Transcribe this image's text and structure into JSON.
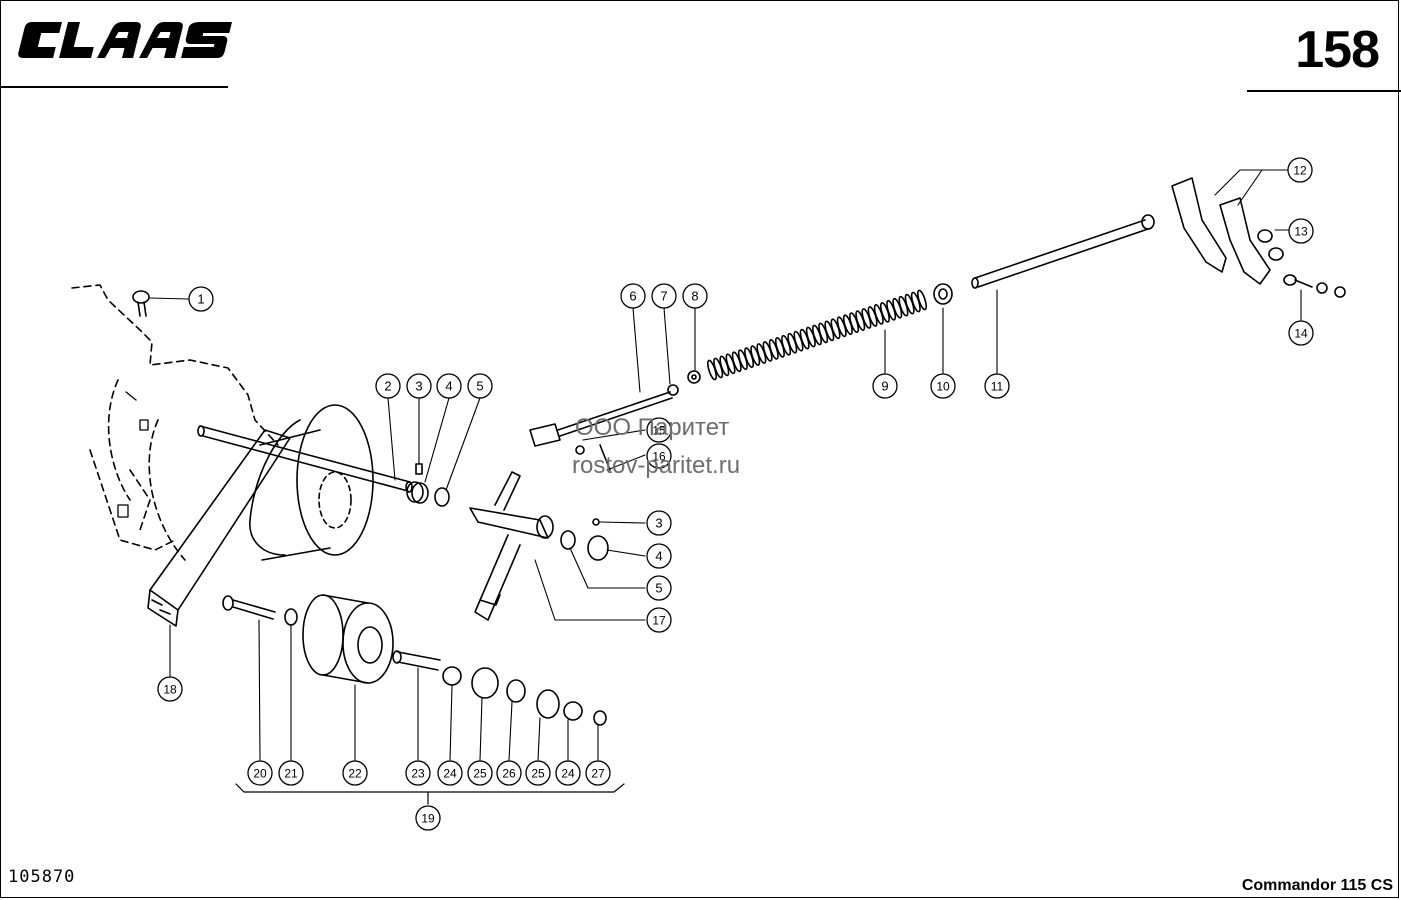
{
  "header": {
    "brand": "CLAAS",
    "page_number": "158"
  },
  "footer": {
    "document_number": "105870",
    "model": "Commandor 115 CS"
  },
  "watermark": {
    "company": "ООО Паритет",
    "website": "rostov-paritet.ru"
  },
  "callouts": [
    {
      "id": "c1",
      "label": "1"
    },
    {
      "id": "c2",
      "label": "2"
    },
    {
      "id": "c3a",
      "label": "3"
    },
    {
      "id": "c4a",
      "label": "4"
    },
    {
      "id": "c5a",
      "label": "5"
    },
    {
      "id": "c6",
      "label": "6"
    },
    {
      "id": "c7",
      "label": "7"
    },
    {
      "id": "c8",
      "label": "8"
    },
    {
      "id": "c9",
      "label": "9"
    },
    {
      "id": "c10",
      "label": "10"
    },
    {
      "id": "c11",
      "label": "11"
    },
    {
      "id": "c12",
      "label": "12"
    },
    {
      "id": "c13",
      "label": "13"
    },
    {
      "id": "c14",
      "label": "14"
    },
    {
      "id": "c15",
      "label": "15"
    },
    {
      "id": "c16",
      "label": "16"
    },
    {
      "id": "c3b",
      "label": "3"
    },
    {
      "id": "c4b",
      "label": "4"
    },
    {
      "id": "c5b",
      "label": "5"
    },
    {
      "id": "c17",
      "label": "17"
    },
    {
      "id": "c18",
      "label": "18"
    },
    {
      "id": "c20",
      "label": "20"
    },
    {
      "id": "c21",
      "label": "21"
    },
    {
      "id": "c22",
      "label": "22"
    },
    {
      "id": "c23",
      "label": "23"
    },
    {
      "id": "c24a",
      "label": "24"
    },
    {
      "id": "c25a",
      "label": "25"
    },
    {
      "id": "c26",
      "label": "26"
    },
    {
      "id": "c25b",
      "label": "25"
    },
    {
      "id": "c24b",
      "label": "24"
    },
    {
      "id": "c27",
      "label": "27"
    },
    {
      "id": "c19",
      "label": "19"
    }
  ]
}
